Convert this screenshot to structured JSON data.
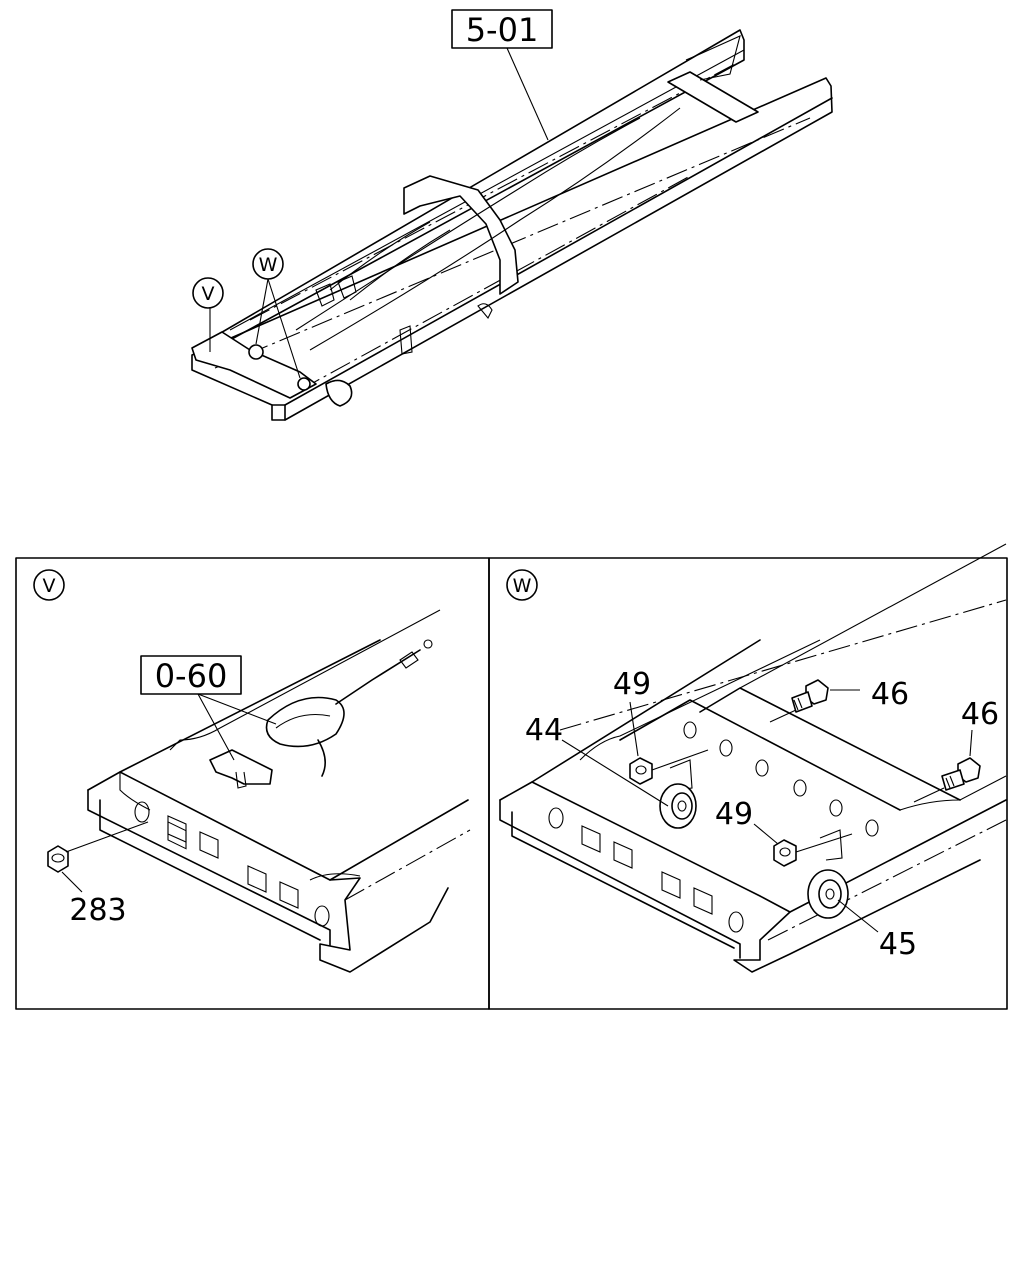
{
  "overview": {
    "ref_label": "5-01",
    "callout_v": "V",
    "callout_w": "W"
  },
  "detail_v": {
    "title": "V",
    "ref_label": "0-60",
    "parts": [
      {
        "id": "283",
        "name_key": "nut"
      }
    ]
  },
  "detail_w": {
    "title": "W",
    "parts": [
      {
        "id": "49"
      },
      {
        "id": "44"
      },
      {
        "id": "46"
      },
      {
        "id": "46"
      },
      {
        "id": "49"
      },
      {
        "id": "45"
      }
    ]
  }
}
